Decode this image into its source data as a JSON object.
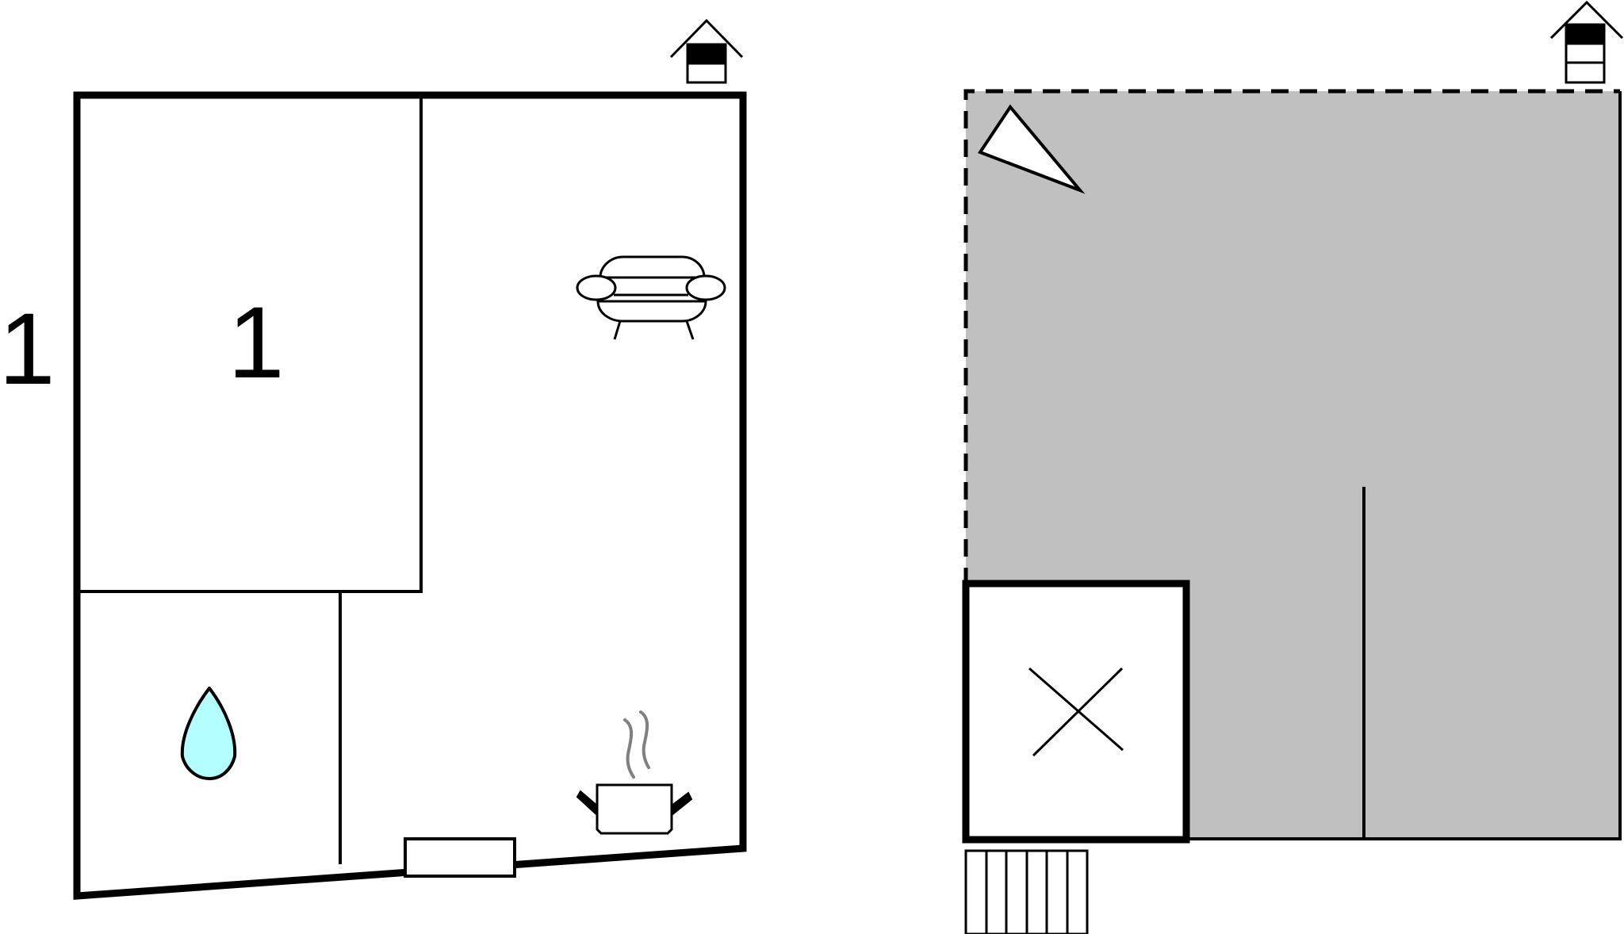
{
  "floor_plans": [
    {
      "name": "ground-floor",
      "floor_marker_icon": "floor-level-house-icon",
      "level": "ground",
      "outside_label": "1",
      "rooms": [
        {
          "type": "bedroom",
          "label": "1"
        },
        {
          "type": "bathroom",
          "icon": "water-drop-icon"
        },
        {
          "type": "living-room",
          "icons": [
            "sofa-icon",
            "cooking-pot-icon"
          ]
        }
      ],
      "door_icon": "entrance-door-icon"
    },
    {
      "name": "upper-floor",
      "floor_marker_icon": "floor-level-house-icon",
      "level": "upper",
      "areas": [
        {
          "type": "open-void",
          "icon": "cross-icon"
        },
        {
          "type": "covered-area",
          "icon": "triangle-icon"
        }
      ],
      "stairs_icon": "staircase-icon"
    }
  ],
  "colors": {
    "wall": "#000000",
    "covered_area": "#c0c0c0",
    "water": "#b3ffff",
    "steam": "#808080",
    "background": "#ffffff"
  }
}
